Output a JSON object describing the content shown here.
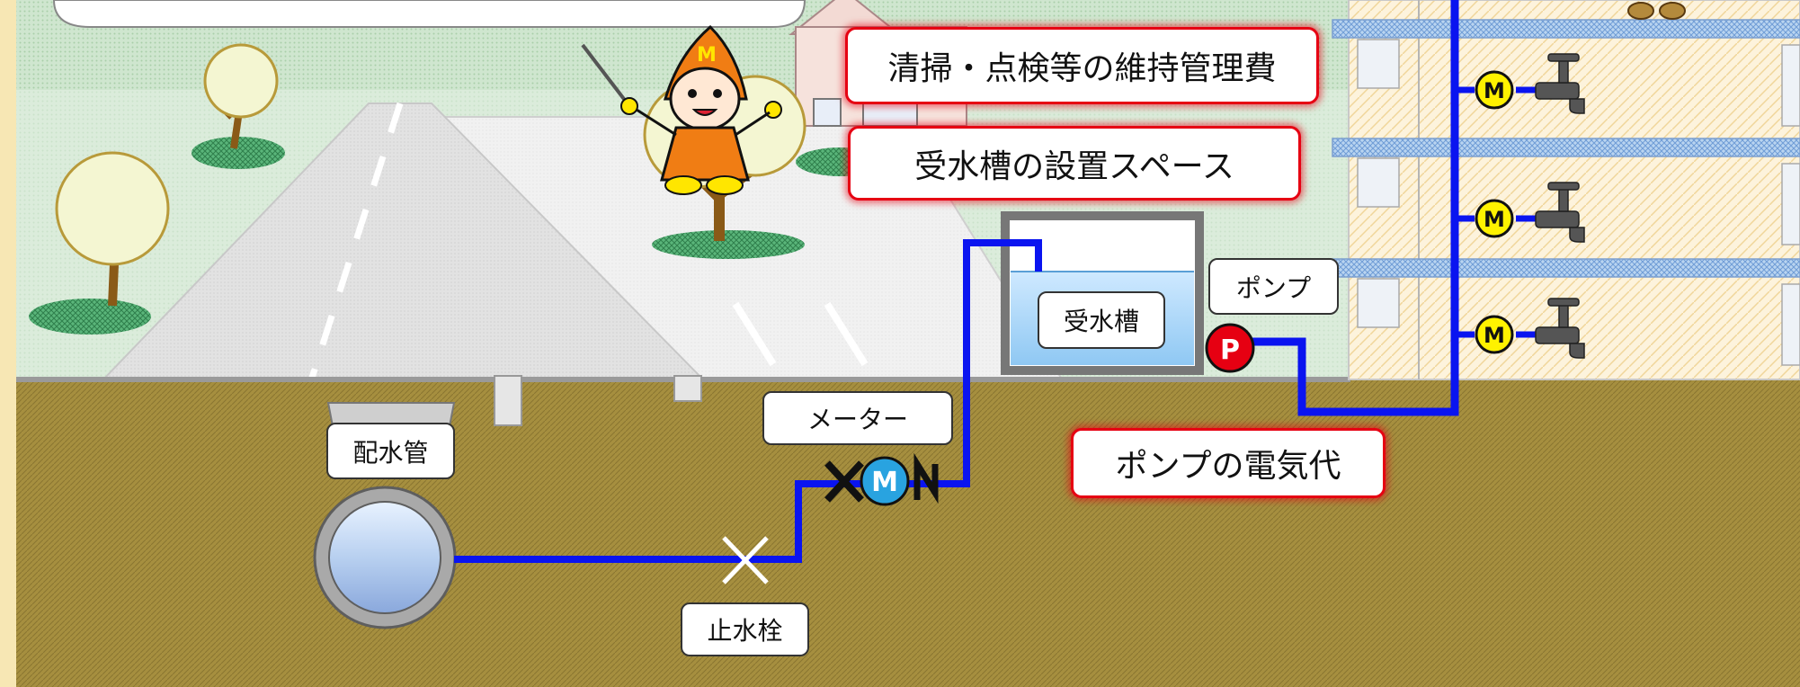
{
  "labels": {
    "distribution_pipe": "配水管",
    "stop_valve": "止水栓",
    "meter": "メーター",
    "receiving_tank": "受水槽",
    "pump": "ポンプ"
  },
  "callouts": {
    "maintenance_cost": "清掃・点検等の維持管理費",
    "tank_space": "受水槽の設置スペース",
    "pump_electricity": "ポンプの電気代"
  },
  "symbols": {
    "meter_letter": "M",
    "pump_letter": "P",
    "mascot_letter": "M"
  },
  "colors": {
    "pipe": "#0a14f0",
    "meter_blue": "#29a3e0",
    "meter_yellow": "#fff200",
    "pump_red": "#e60012",
    "callout_border": "#e60012",
    "ground": "#a08a3c",
    "frame": "#f7e7b4"
  }
}
